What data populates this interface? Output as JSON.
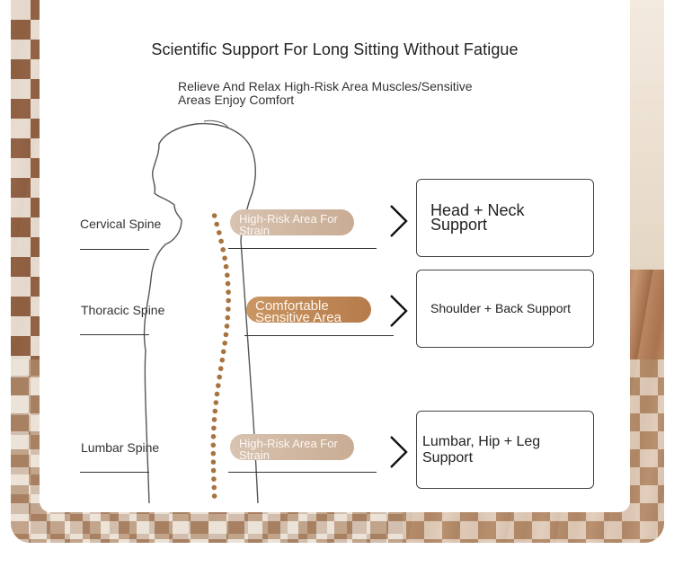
{
  "header": {
    "title": "Scientific Support For Long Sitting Without Fatigue",
    "subtitle": "Relieve And Relax High-Risk Area Muscles/Sensitive Areas Enjoy Comfort"
  },
  "rows": [
    {
      "spine": "Cervical Spine",
      "area": "High-Risk Area For Strain",
      "support": "Head + Neck Support"
    },
    {
      "spine": "Thoracic Spine",
      "area": "Comfortable Sensitive Area",
      "support": "Shoulder + Back Support"
    },
    {
      "spine": "Lumbar Spine",
      "area": "High-Risk Area For Strain",
      "support": "Lumbar, Hip + Leg Support"
    }
  ],
  "colors": {
    "pill_light": "#d2bba6",
    "pill_warm": "#c08a57",
    "spine_dots": "#a8733f",
    "outline": "#444444"
  },
  "icons": [
    "chevron-right-icon",
    "human-outline-icon",
    "spine-dots-icon"
  ]
}
